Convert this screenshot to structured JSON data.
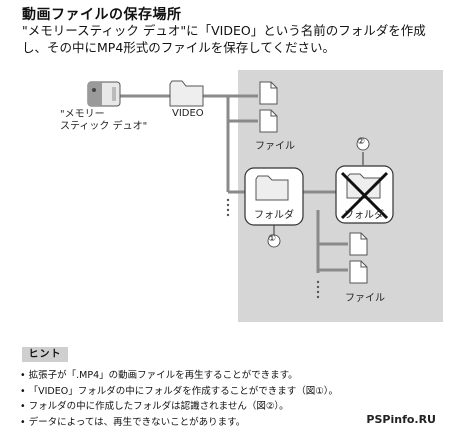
{
  "heading": "動画ファイルの保存場所",
  "intro": "\"メモリースティック デュオ\"に「VIDEO」という名前のフォルダを作成し、その中にMP4形式のファイルを保存してください。",
  "diagram": {
    "memory_stick_label": "\"メモリー\nスティック デュオ\"",
    "video_label": "VIDEO",
    "file_label_1": "ファイル",
    "folder_label_1": "フォルダ",
    "folder_label_2": "フォルダ",
    "file_label_2": "ファイル",
    "marker_1": "①",
    "marker_2": "②"
  },
  "hint": {
    "badge": "ヒント",
    "items": [
      "拡張子が「.MP4」の動画ファイルを再生することができます。",
      "「VIDEO」フォルダの中にフォルダを作成することができます（図①）。",
      "フォルダの中に作成したフォルダは認識されません（図②）。",
      "データによっては、再生できないことがあります。"
    ]
  },
  "watermark": "PSPinfo.RU"
}
